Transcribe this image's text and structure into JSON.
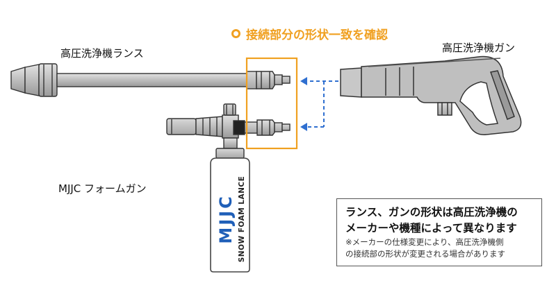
{
  "title": "接続部分の形状一致を確認",
  "labels": {
    "lance": "高圧洗浄機ランス",
    "gun": "高圧洗浄機ガン",
    "foam_gun": "MJJC フォームガン"
  },
  "bottle": {
    "brand": "MJJC",
    "product": "SNOW FOAM LANCE"
  },
  "note": {
    "line1": "ランス、ガンの形状は高圧洗浄機の",
    "line2": "メーカーや機種によって異なります",
    "line3": "※メーカーの仕様変更により、高圧洗浄機側",
    "line4": "の接続部の形状が変更される場合があります"
  },
  "colors": {
    "accent": "#f0a020",
    "arrow": "#2f6fd0",
    "brand_blue": "#1f5fb8",
    "part_gray": "#c9c9c9",
    "part_dark": "#444444"
  },
  "icons": [
    "target-ring-icon"
  ]
}
